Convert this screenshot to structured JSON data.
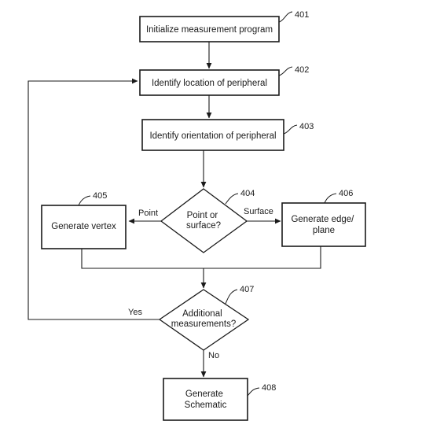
{
  "diagram": {
    "nodes": {
      "n401": {
        "lines": [
          "Initialize measurement program"
        ],
        "ref": "401"
      },
      "n402": {
        "lines": [
          "Identify location of peripheral"
        ],
        "ref": "402"
      },
      "n403": {
        "lines": [
          "Identify orientation of peripheral"
        ],
        "ref": "403"
      },
      "n404": {
        "lines": [
          "Point or",
          "surface?"
        ],
        "ref": "404"
      },
      "n405": {
        "lines": [
          "Generate vertex"
        ],
        "ref": "405"
      },
      "n406": {
        "lines": [
          "Generate edge/",
          "plane"
        ],
        "ref": "406"
      },
      "n407": {
        "lines": [
          "Additional",
          "measurements?"
        ],
        "ref": "407"
      },
      "n408": {
        "lines": [
          "Generate",
          "Schematic"
        ],
        "ref": "408"
      }
    },
    "edge_labels": {
      "point": "Point",
      "surface": "Surface",
      "yes": "Yes",
      "no": "No"
    }
  }
}
